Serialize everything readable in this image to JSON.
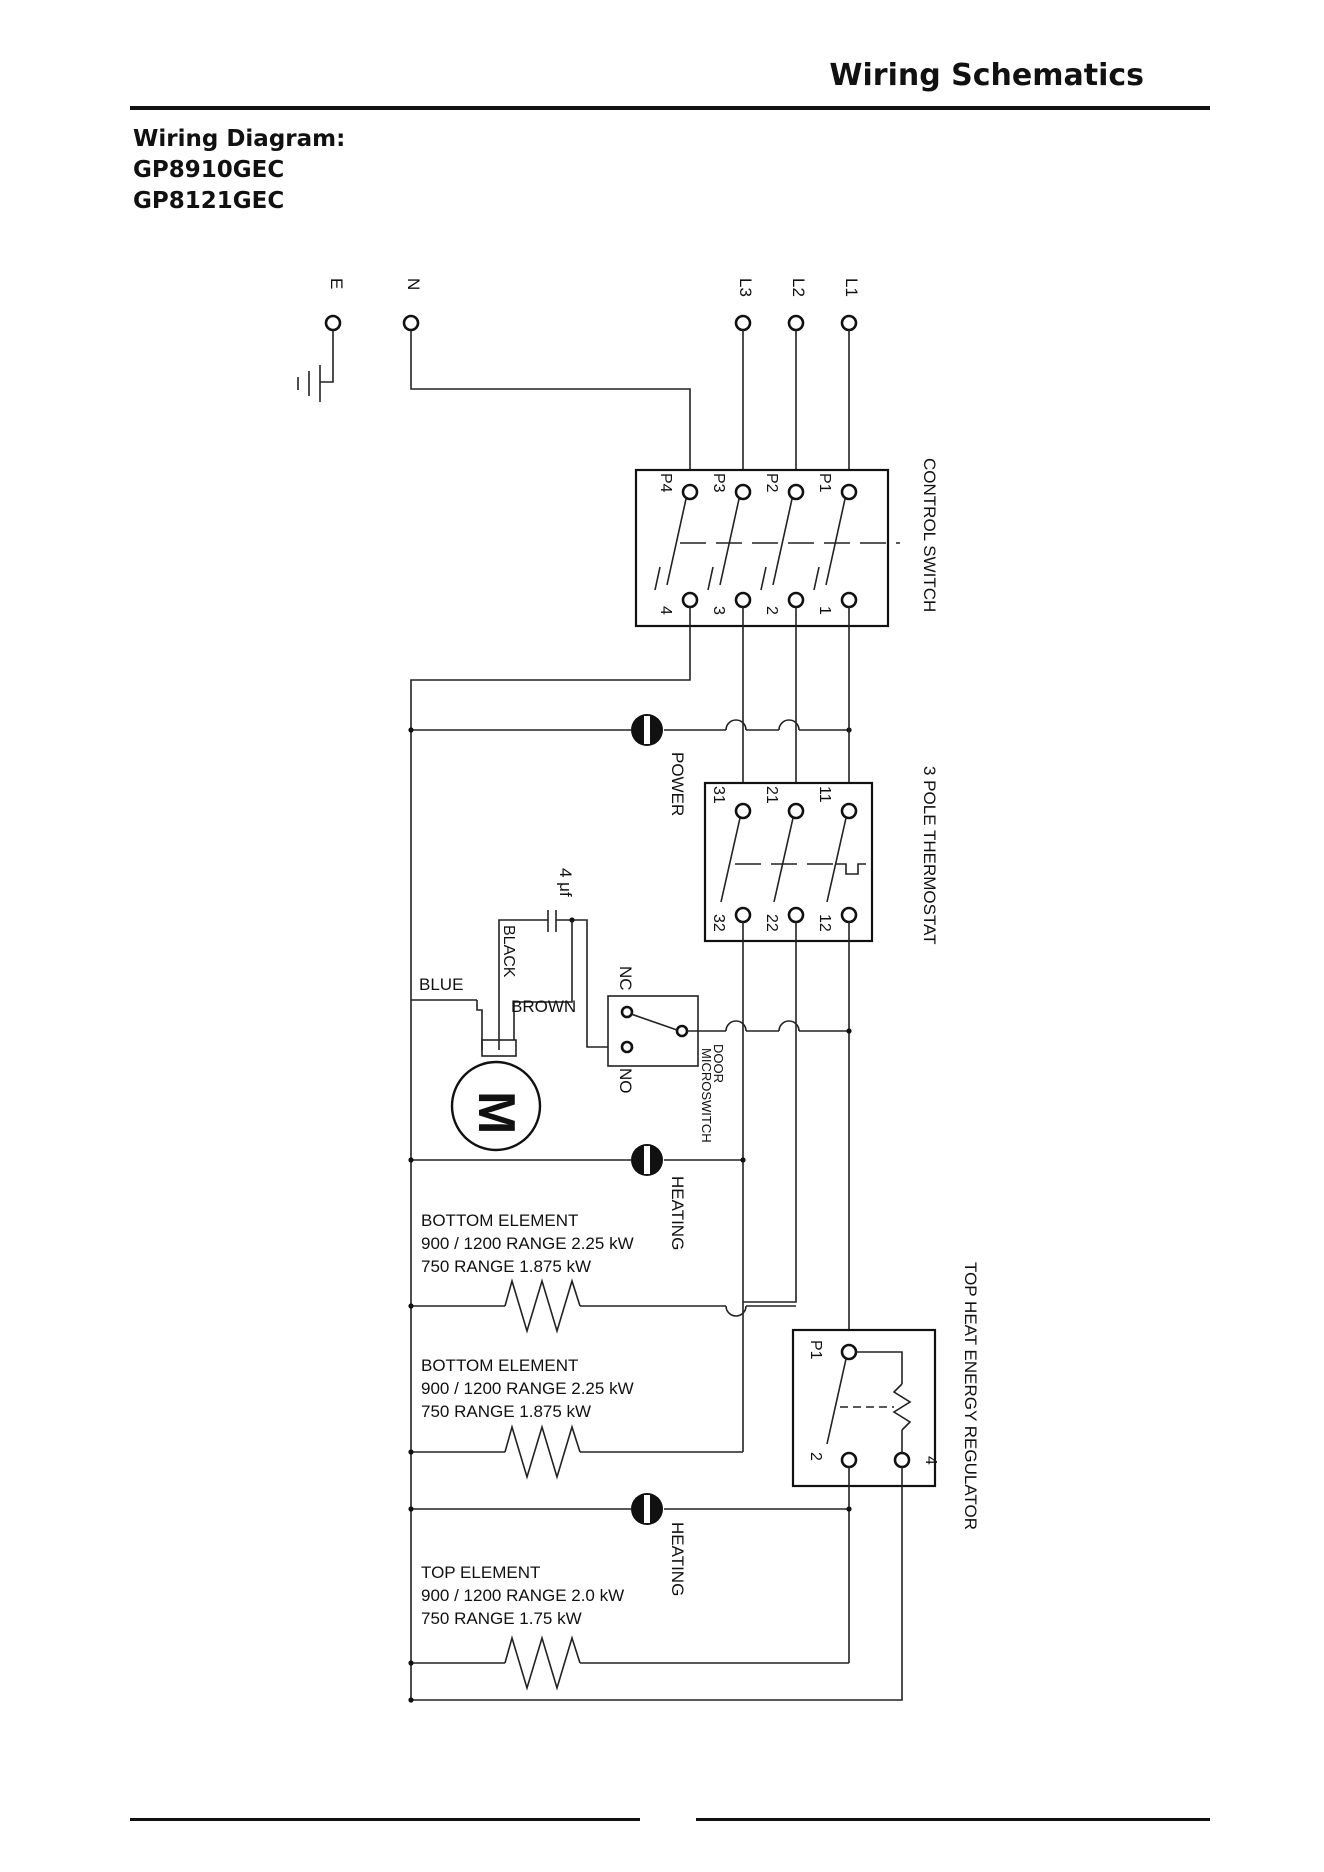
{
  "header": {
    "section_title": "Wiring Schematics"
  },
  "title_block": {
    "heading": "Wiring Diagram:",
    "models": [
      "GP8910GEC",
      "GP8121GEC"
    ]
  },
  "diagram": {
    "supply": {
      "earth": "E",
      "neutral": "N",
      "l3": "L3",
      "l2": "L2",
      "l1": "L1"
    },
    "control_switch": {
      "label": "CONTROL SWITCH",
      "top": [
        "P4",
        "P3",
        "P2",
        "P1"
      ],
      "bottom": [
        "4",
        "3",
        "2",
        "1"
      ]
    },
    "power_indicator": "POWER",
    "thermostat": {
      "label": "3 POLE THERMOSTAT",
      "top": [
        "31",
        "21",
        "11"
      ],
      "bottom": [
        "32",
        "22",
        "12"
      ]
    },
    "capacitor": "4 μf",
    "wires": {
      "blue": "BLUE",
      "black": "BLACK",
      "brown": "BROWN"
    },
    "motor": "M",
    "door_switch": {
      "nc": "NC",
      "no": "NO",
      "line1": "DOOR",
      "line2": "MICROSWITCH"
    },
    "heating_1": "HEATING",
    "heating_2": "HEATING",
    "bottom_element_1": [
      "BOTTOM ELEMENT",
      "900 / 1200 RANGE 2.25 kW",
      "750 RANGE 1.875 kW"
    ],
    "bottom_element_2": [
      "BOTTOM ELEMENT",
      "900 / 1200 RANGE 2.25 kW",
      "750 RANGE 1.875 kW"
    ],
    "top_element": [
      "TOP ELEMENT",
      "900 / 1200 RANGE 2.0 kW",
      "750 RANGE 1.75 kW"
    ],
    "regulator": {
      "label": "TOP HEAT ENERGY REGULATOR",
      "p1": "P1",
      "t2": "2",
      "t4": "4"
    }
  }
}
